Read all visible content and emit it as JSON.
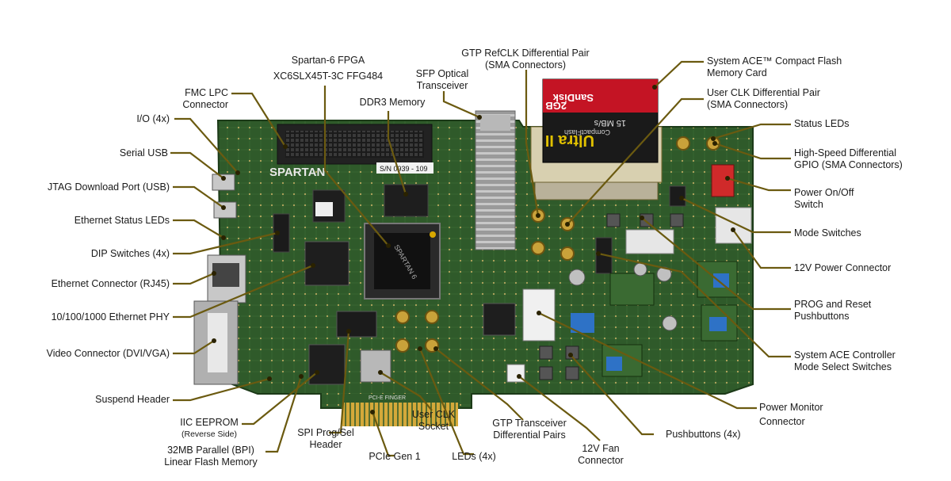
{
  "colors": {
    "pcb": "#2f5a2a",
    "pcb_dark": "#23461f",
    "leader": "#6b5a10",
    "leader_dot": "#2a2200",
    "label_text": "#1a1a1a"
  },
  "labels": {
    "fmc_lpc": [
      "FMC LPC",
      "Connector"
    ],
    "io": [
      "I/O (4x)"
    ],
    "serial_usb": [
      "Serial USB"
    ],
    "jtag": [
      "JTAG Download Port (USB)"
    ],
    "eth_status": [
      "Ethernet Status LEDs"
    ],
    "dip": [
      "DIP Switches (4x)"
    ],
    "eth_conn": [
      "Ethernet Connector (RJ45)"
    ],
    "eth_phy": [
      "10/100/1000 Ethernet PHY"
    ],
    "video": [
      "Video Connector (DVI/VGA)"
    ],
    "suspend": [
      "Suspend Header"
    ],
    "iic": [
      "IIC EEPROM"
    ],
    "iic_note": "(Reverse Side)",
    "flash": [
      "32MB Parallel (BPI)",
      "Linear Flash Memory"
    ],
    "spi": [
      "SPI Prog/Sel",
      "Header"
    ],
    "pcie": [
      "PCIe Gen 1"
    ],
    "userclk_socket": [
      "User CLK",
      "Socket"
    ],
    "leds": [
      "LEDs (4x)"
    ],
    "gtp_pairs": [
      "GTP Transceiver",
      "Differential Pairs"
    ],
    "fan": [
      "12V Fan",
      "Connector"
    ],
    "pushbuttons": [
      "Pushbuttons (4x)"
    ],
    "power_monitor": [
      "Power Monitor",
      "Connector"
    ],
    "sysace_ctrl": [
      "System ACE Controller",
      "Mode Select Switches"
    ],
    "prog_reset": [
      "PROG and Reset",
      "Pushbuttons"
    ],
    "pwr12": [
      "12V Power Connector"
    ],
    "mode_sw": [
      "Mode Switches"
    ],
    "power_sw": [
      "Power On/Off",
      "Switch"
    ],
    "hs_gpio": [
      "High-Speed Differential",
      "GPIO (SMA Connectors)"
    ],
    "status_leds": [
      "Status LEDs"
    ],
    "user_clk_diff": [
      "User CLK Differential Pair",
      "(SMA Connectors)"
    ],
    "sysace_cf": [
      "System ACE™ Compact Flash",
      "Memory Card"
    ],
    "gtp_refclk": [
      "GTP RefCLK Differential Pair",
      "(SMA Connectors)"
    ],
    "sfp": [
      "SFP Optical",
      "Transceiver"
    ],
    "ddr3": [
      "DDR3 Memory"
    ],
    "fpga": [
      "Spartan-6 FPGA",
      "XC6SLX45T-3C FFG484"
    ]
  },
  "board_text": {
    "spartan": "SPARTAN",
    "serial": "S/N 0939 - 109",
    "cf_brand": "SanDisk",
    "cf_size": "2GB",
    "cf_speed": "15 MB/s",
    "cf_ultra": "Ultra II",
    "cf_type": "CompactFlash",
    "chip": "SPARTAN 6",
    "pcie_label": "PCI-E FINGER"
  }
}
